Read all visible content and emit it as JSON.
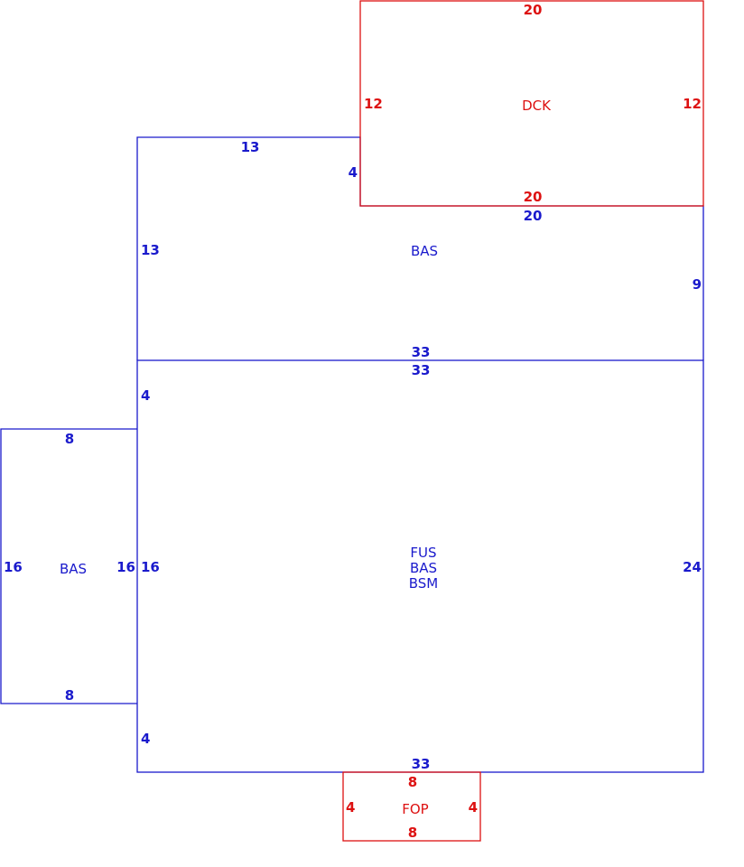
{
  "colors": {
    "living": "#1a1acc",
    "exterior": "#dd1111"
  },
  "deck": {
    "name": "DCK",
    "dims": {
      "top": "20",
      "left": "12",
      "right": "12",
      "bottom": "20"
    }
  },
  "upper_bas": {
    "name": "BAS",
    "dims": {
      "top": "13",
      "step": "4",
      "left": "13",
      "top_right": "20",
      "right": "9",
      "bottom": "33"
    }
  },
  "main": {
    "names": [
      "FUS",
      "BAS",
      "BSM"
    ],
    "dims": {
      "top": "33",
      "left_upper": "4",
      "left": "16",
      "left_lower": "4",
      "right": "24",
      "bottom": "33"
    }
  },
  "side_bas": {
    "name": "BAS",
    "dims": {
      "top": "8",
      "left": "16",
      "right": "16",
      "bottom": "8"
    }
  },
  "porch": {
    "name": "FOP",
    "dims": {
      "top": "8",
      "left": "4",
      "right": "4",
      "bottom": "8"
    }
  }
}
